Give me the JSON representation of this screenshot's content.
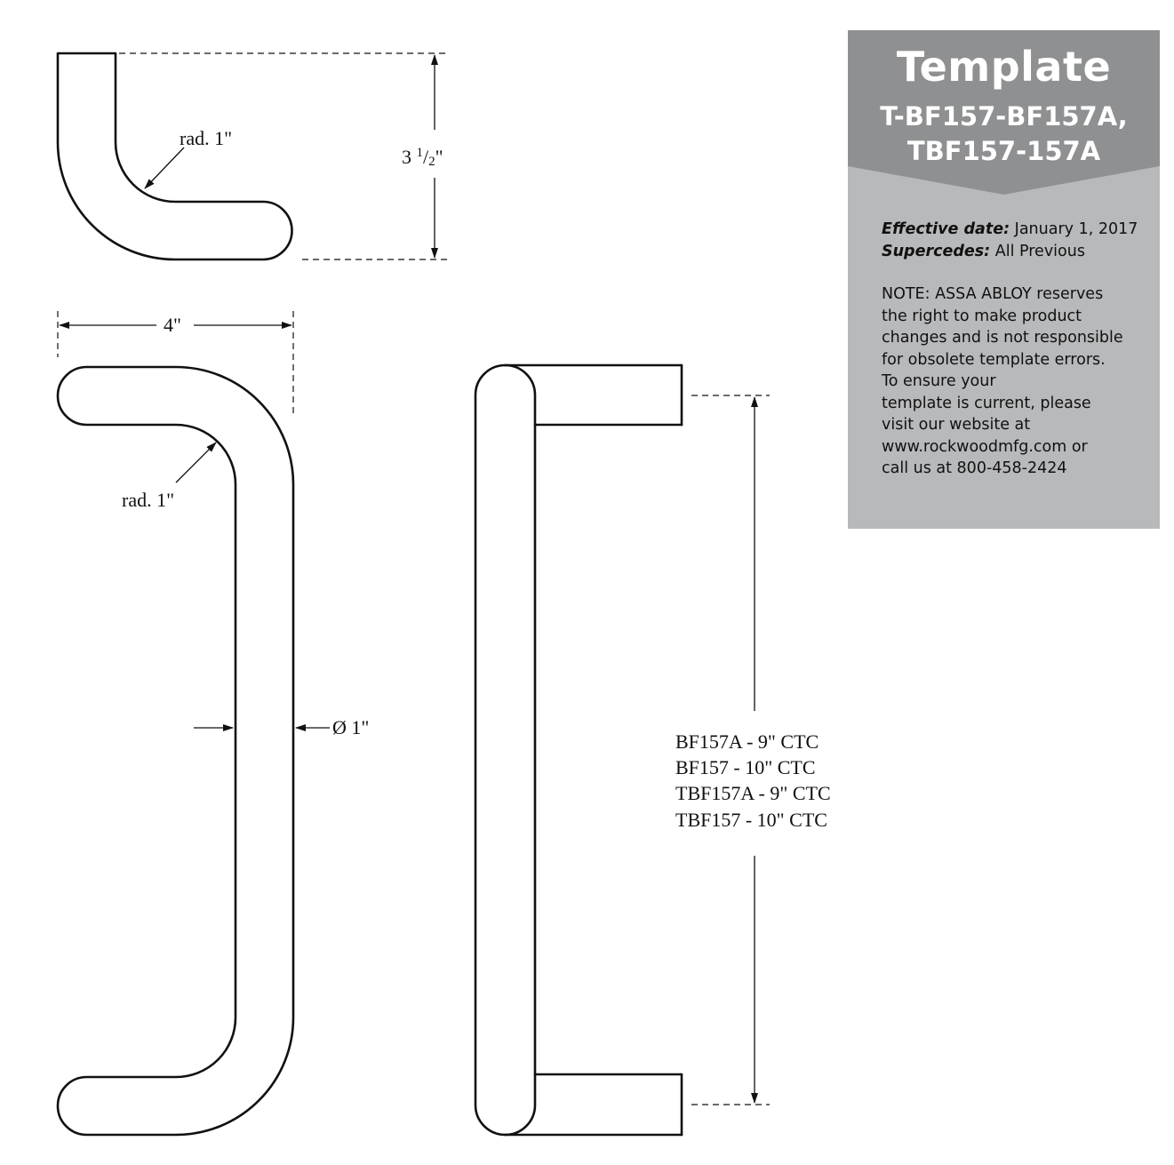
{
  "panel": {
    "title": "Template",
    "subtitle_line1": "T-BF157-BF157A,",
    "subtitle_line2": "TBF157-157A",
    "effective_label": "Effective date:",
    "effective_value": "January 1, 2017",
    "supercedes_label": "Supercedes:",
    "supercedes_value": "All Previous",
    "note_lines": [
      "NOTE: ASSA ABLOY reserves",
      "the right to make product",
      "changes and is not responsible",
      "for obsolete template errors.",
      "To ensure your",
      "template is current, please",
      "visit our website at",
      "www.rockwoodmfg.com or",
      "call us at 800-458-2424"
    ],
    "colors": {
      "header": "#8f9092",
      "body": "#b8b9bb",
      "header_text": "#ffffff"
    }
  },
  "dimensions": {
    "top_radius": "rad. 1\"",
    "height_whole": "3 ",
    "height_frac_num": "1",
    "height_frac_sep": "/",
    "height_frac_den": "2",
    "height_unit": "\"",
    "width": "4\"",
    "side_radius": "rad. 1\"",
    "diameter": "Ø 1\"",
    "ctc_lines": [
      "BF157A - 9\" CTC",
      "BF157 - 10\" CTC",
      "TBF157A - 9\" CTC",
      "TBF157 - 10\" CTC"
    ]
  }
}
